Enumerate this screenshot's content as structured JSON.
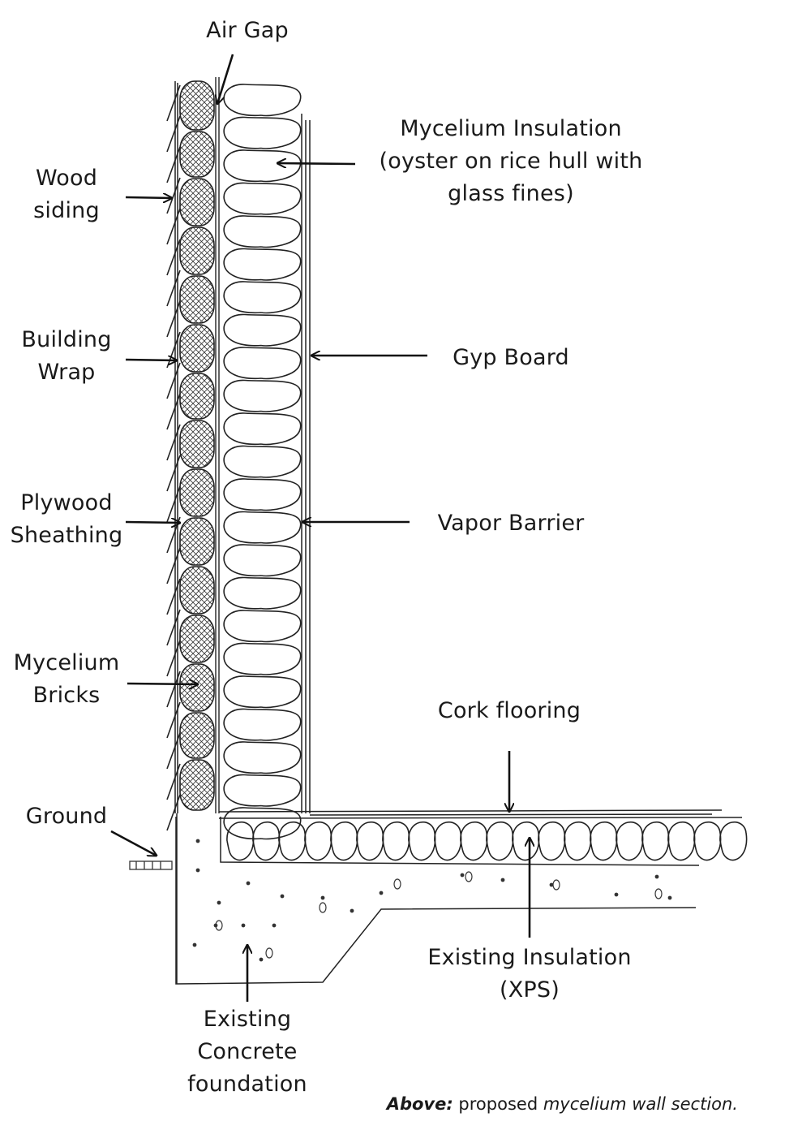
{
  "labels": {
    "air_gap": "Air Gap",
    "wood_siding": [
      "Wood",
      "siding"
    ],
    "building_wrap": [
      "Building",
      "Wrap"
    ],
    "plywood_sheathing": [
      "Plywood",
      "Sheathing"
    ],
    "mycelium_bricks": [
      "Mycelium",
      "Bricks"
    ],
    "ground": "Ground",
    "mycelium_insulation": [
      "Mycelium Insulation",
      "(oyster on rice hull with",
      "glass fines)"
    ],
    "gyp_board": "Gyp Board",
    "vapor_barrier": "Vapor Barrier",
    "cork_flooring": "Cork flooring",
    "existing_insulation": [
      "Existing Insulation",
      "(XPS)"
    ],
    "existing_concrete": [
      "Existing",
      "Concrete",
      "foundation"
    ]
  },
  "caption": {
    "prefix": "Above:",
    "middle": " proposed ",
    "emphasis": "mycelium wall section."
  }
}
